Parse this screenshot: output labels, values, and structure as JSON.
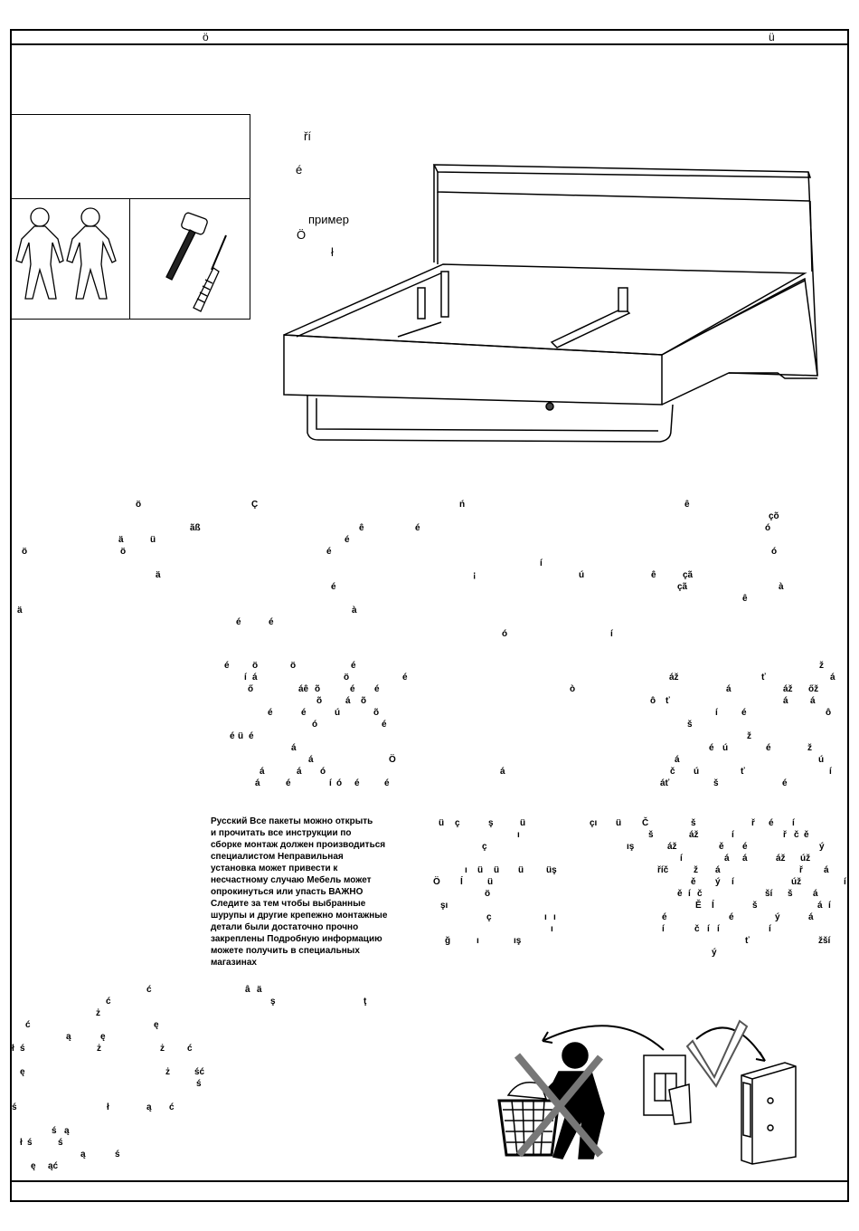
{
  "header": {
    "left_glyph": "ö",
    "right_glyph": "ü"
  },
  "labels": [
    "ří",
    "é",
    "пример",
    "Ö",
    "ł"
  ],
  "russian_block": [
    "Русский   Все пакеты можно открыть",
    "и прочитать все инструкции по",
    "сборке  монтаж должен производиться",
    "специалистом  Неправильная",
    "установка может привести к",
    "несчастному случаю  Мебель может",
    "опрокинуться или упасть ВАЖНО",
    "Следите за тем  чтобы выбранные",
    "шурупы и другие крепежно монтажные",
    "детали были достаточно  прочно",
    "закреплены  Подробную информацию",
    "можете получить в специальных",
    "магазинах"
  ],
  "glyphs": [
    [
      "ö",
      150,
      552
    ],
    [
      "Ç",
      278,
      552
    ],
    [
      "ń",
      508,
      552
    ],
    [
      "ê",
      757,
      552
    ],
    [
      "çõ",
      850,
      565
    ],
    [
      "ãß",
      210,
      578
    ],
    [
      "ê",
      397,
      578
    ],
    [
      "é",
      459,
      578
    ],
    [
      "ó",
      846,
      578
    ],
    [
      "ä",
      131,
      591
    ],
    [
      "ü",
      166,
      591
    ],
    [
      "é",
      381,
      591
    ],
    [
      "ö",
      24,
      604
    ],
    [
      "ö",
      133,
      604
    ],
    [
      "é",
      361,
      604
    ],
    [
      "ó",
      853,
      604
    ],
    [
      "í",
      597,
      617
    ],
    [
      "ä",
      172,
      630
    ],
    [
      "¡",
      523,
      630
    ],
    [
      "ú",
      640,
      630
    ],
    [
      "ê",
      720,
      630
    ],
    [
      "çã",
      755,
      630
    ],
    [
      "é",
      366,
      643
    ],
    [
      "çã",
      749,
      643
    ],
    [
      "à",
      861,
      643
    ],
    [
      "ê",
      821,
      656
    ],
    [
      "ä",
      19,
      669
    ],
    [
      "à",
      389,
      669
    ],
    [
      "é",
      261,
      682
    ],
    [
      "é",
      297,
      682
    ],
    [
      "ó",
      555,
      695
    ],
    [
      "í",
      675,
      695
    ],
    [
      "é",
      248,
      730
    ],
    [
      "ö",
      279,
      730
    ],
    [
      "ö",
      321,
      730
    ],
    [
      "é",
      388,
      730
    ],
    [
      "ž",
      906,
      730
    ],
    [
      "í",
      270,
      743
    ],
    [
      "á",
      279,
      743
    ],
    [
      "ö",
      380,
      743
    ],
    [
      "é",
      445,
      743
    ],
    [
      "áž",
      740,
      743
    ],
    [
      "ť",
      842,
      743
    ],
    [
      "á",
      918,
      743
    ],
    [
      "ő",
      274,
      756
    ],
    [
      "áê",
      330,
      756
    ],
    [
      "õ",
      348,
      756
    ],
    [
      "é",
      387,
      756
    ],
    [
      "é",
      414,
      756
    ],
    [
      "ò",
      630,
      756
    ],
    [
      "á",
      803,
      756
    ],
    [
      "áž",
      866,
      756
    ],
    [
      "őž",
      894,
      756
    ],
    [
      "õ",
      350,
      769
    ],
    [
      "á",
      382,
      769
    ],
    [
      "õ",
      399,
      769
    ],
    [
      "ô",
      719,
      769
    ],
    [
      "ť",
      736,
      769
    ],
    [
      "á",
      866,
      769
    ],
    [
      "á",
      896,
      769
    ],
    [
      "é",
      296,
      782
    ],
    [
      "é",
      333,
      782
    ],
    [
      "ú",
      370,
      782
    ],
    [
      "õ",
      413,
      782
    ],
    [
      "í",
      791,
      782
    ],
    [
      "é",
      820,
      782
    ],
    [
      "ô",
      913,
      782
    ],
    [
      "ó",
      345,
      795
    ],
    [
      "é",
      422,
      795
    ],
    [
      "š",
      760,
      795
    ],
    [
      "é",
      254,
      808
    ],
    [
      "ü",
      263,
      808
    ],
    [
      "é",
      275,
      808
    ],
    [
      "ž",
      826,
      808
    ],
    [
      "á",
      322,
      821
    ],
    [
      "é",
      784,
      821
    ],
    [
      "ú",
      799,
      821
    ],
    [
      "é",
      847,
      821
    ],
    [
      "ž",
      893,
      821
    ],
    [
      "á",
      341,
      834
    ],
    [
      "Ö",
      430,
      834
    ],
    [
      "á",
      746,
      834
    ],
    [
      "ú",
      905,
      834
    ],
    [
      "á",
      287,
      847
    ],
    [
      "á",
      328,
      847
    ],
    [
      "ó",
      354,
      847
    ],
    [
      "á",
      553,
      847
    ],
    [
      "č",
      741,
      847
    ],
    [
      "ú",
      767,
      847
    ],
    [
      "ť",
      819,
      847
    ],
    [
      "í",
      917,
      847
    ],
    [
      "á",
      282,
      860
    ],
    [
      "é",
      316,
      860
    ],
    [
      "í",
      364,
      860
    ],
    [
      "ó",
      372,
      860
    ],
    [
      "é",
      392,
      860
    ],
    [
      "é",
      425,
      860
    ],
    [
      "áť",
      730,
      860
    ],
    [
      "š",
      789,
      860
    ],
    [
      "é",
      865,
      860
    ],
    [
      "ü",
      485,
      904
    ],
    [
      "ç",
      503,
      904
    ],
    [
      "ş",
      540,
      904
    ],
    [
      "ü",
      575,
      904
    ],
    [
      "çı",
      652,
      904
    ],
    [
      "ü",
      681,
      904
    ],
    [
      "Č",
      710,
      904
    ],
    [
      "š",
      764,
      904
    ],
    [
      "ř",
      831,
      904
    ],
    [
      "é",
      850,
      904
    ],
    [
      "í",
      876,
      904
    ],
    [
      "ı",
      572,
      917
    ],
    [
      "š",
      717,
      917
    ],
    [
      "áž",
      762,
      917
    ],
    [
      "í",
      809,
      917
    ],
    [
      "ř",
      866,
      917
    ],
    [
      "č",
      878,
      917
    ],
    [
      "ě",
      889,
      917
    ],
    [
      "ç",
      533,
      930
    ],
    [
      "ış",
      693,
      930
    ],
    [
      "áž",
      738,
      930
    ],
    [
      "ě",
      795,
      930
    ],
    [
      "é",
      821,
      930
    ],
    [
      "ý",
      906,
      930
    ],
    [
      "í",
      752,
      943
    ],
    [
      "á",
      801,
      943
    ],
    [
      "á",
      821,
      943
    ],
    [
      "áž",
      858,
      943
    ],
    [
      "úž",
      885,
      943
    ],
    [
      "ı",
      514,
      956
    ],
    [
      "ü",
      528,
      956
    ],
    [
      "ü",
      546,
      956
    ],
    [
      "ü",
      573,
      956
    ],
    [
      "üş",
      604,
      956
    ],
    [
      "říč",
      727,
      956
    ],
    [
      "ž",
      767,
      956
    ],
    [
      "á",
      791,
      956
    ],
    [
      "ř",
      884,
      956
    ],
    [
      "á",
      911,
      956
    ],
    [
      "Ö",
      479,
      969
    ],
    [
      "Í",
      509,
      969
    ],
    [
      "ü",
      539,
      969
    ],
    [
      "ě",
      764,
      969
    ],
    [
      "ý",
      791,
      969
    ],
    [
      "í",
      809,
      969
    ],
    [
      "úž",
      875,
      969
    ],
    [
      "í",
      933,
      969
    ],
    [
      "ö",
      536,
      982
    ],
    [
      "ě",
      749,
      982
    ],
    [
      "í",
      761,
      982
    ],
    [
      "č",
      771,
      982
    ],
    [
      "ší",
      846,
      982
    ],
    [
      "š",
      871,
      982
    ],
    [
      "á",
      899,
      982
    ],
    [
      "şı",
      487,
      995
    ],
    [
      "Ě",
      769,
      995
    ],
    [
      "Í",
      787,
      995
    ],
    [
      "š",
      832,
      995
    ],
    [
      "á",
      904,
      995
    ],
    [
      "í",
      916,
      995
    ],
    [
      "ç",
      538,
      1008
    ],
    [
      "ı",
      602,
      1008
    ],
    [
      "ı",
      612,
      1008
    ],
    [
      "é",
      732,
      1008
    ],
    [
      "é",
      806,
      1008
    ],
    [
      "ý",
      857,
      1008
    ],
    [
      "á",
      894,
      1008
    ],
    [
      "ı",
      609,
      1021
    ],
    [
      "í",
      732,
      1021
    ],
    [
      "č",
      768,
      1021
    ],
    [
      "í",
      782,
      1021
    ],
    [
      "í",
      793,
      1021
    ],
    [
      "í",
      850,
      1021
    ],
    [
      "ğ",
      492,
      1034
    ],
    [
      "ı",
      527,
      1034
    ],
    [
      "ış",
      568,
      1034
    ],
    [
      "ť",
      824,
      1034
    ],
    [
      "žší",
      905,
      1034
    ],
    [
      "ý",
      787,
      1047
    ],
    [
      "ć",
      162,
      1088
    ],
    [
      "â",
      271,
      1088
    ],
    [
      "ä",
      284,
      1088
    ],
    [
      "ć",
      117,
      1101
    ],
    [
      "ş",
      299,
      1101
    ],
    [
      "ţ",
      402,
      1101
    ],
    [
      "ż",
      106,
      1114
    ],
    [
      "ć",
      28,
      1127
    ],
    [
      "ę",
      170,
      1127
    ],
    [
      "ą",
      73,
      1140
    ],
    [
      "ę",
      111,
      1140
    ],
    [
      "ł",
      13,
      1153
    ],
    [
      "ś",
      22,
      1153
    ],
    [
      "ż",
      107,
      1153
    ],
    [
      "ż",
      177,
      1153
    ],
    [
      "ć",
      207,
      1153
    ],
    [
      "ę",
      22,
      1179
    ],
    [
      "ż",
      183,
      1179
    ],
    [
      "ść",
      215,
      1179
    ],
    [
      "ś",
      217,
      1192
    ],
    [
      "ś",
      13,
      1218
    ],
    [
      "ł",
      118,
      1218
    ],
    [
      "ą",
      162,
      1218
    ],
    [
      "ć",
      187,
      1218
    ],
    [
      "ś",
      57,
      1244
    ],
    [
      "ą",
      71,
      1244
    ],
    [
      "ł",
      22,
      1257
    ],
    [
      "ś",
      30,
      1257
    ],
    [
      "ś",
      64,
      1257
    ],
    [
      "ą",
      89,
      1270
    ],
    [
      "ś",
      127,
      1270
    ],
    [
      "ę",
      34,
      1283
    ],
    [
      "ąć",
      53,
      1283
    ]
  ]
}
